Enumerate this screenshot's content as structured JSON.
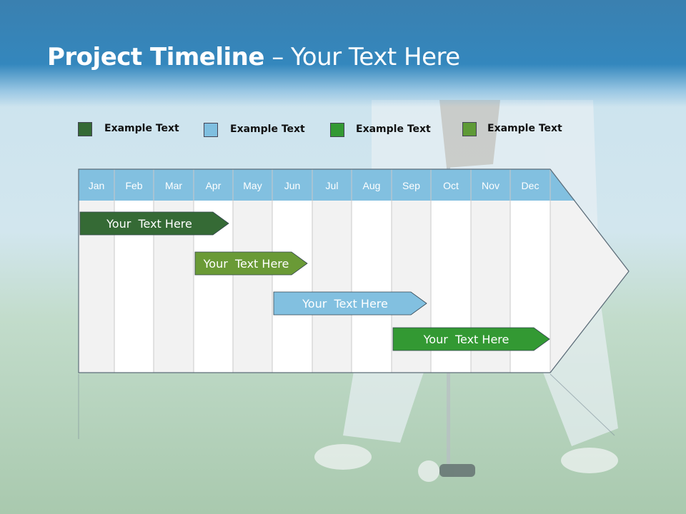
{
  "title": {
    "bold": "Project Timeline",
    "rest": " – Your Text Here"
  },
  "legend": [
    {
      "label": "Example Text",
      "color": "#356a35"
    },
    {
      "label": "Example Text",
      "color": "#7fbfe0"
    },
    {
      "label": "Example Text",
      "color": "#339933"
    },
    {
      "label": "Example Text",
      "color": "#5e9a36"
    }
  ],
  "months": [
    "Jan",
    "Feb",
    "Mar",
    "Apr",
    "May",
    "Jun",
    "Jul",
    "Aug",
    "Sep",
    "Oct",
    "Nov",
    "Dec"
  ],
  "tasks": [
    {
      "label": "Your  Text Here",
      "start": "Jan",
      "end": "Apr",
      "color": "#356a35"
    },
    {
      "label": "Your  Text Here",
      "start": "Apr",
      "end": "Jun",
      "color": "#6a9a36"
    },
    {
      "label": "Your  Text Here",
      "start": "Jun",
      "end": "Sep",
      "color": "#82c0e0"
    },
    {
      "label": "Your  Text Here",
      "start": "Sep",
      "end": "Dec",
      "color": "#339933"
    }
  ],
  "colors": {
    "header_bg": "#3487bd",
    "month_header": "#82c0e0"
  },
  "icons": [
    "legend-swatch-icon",
    "arrow-icon"
  ]
}
